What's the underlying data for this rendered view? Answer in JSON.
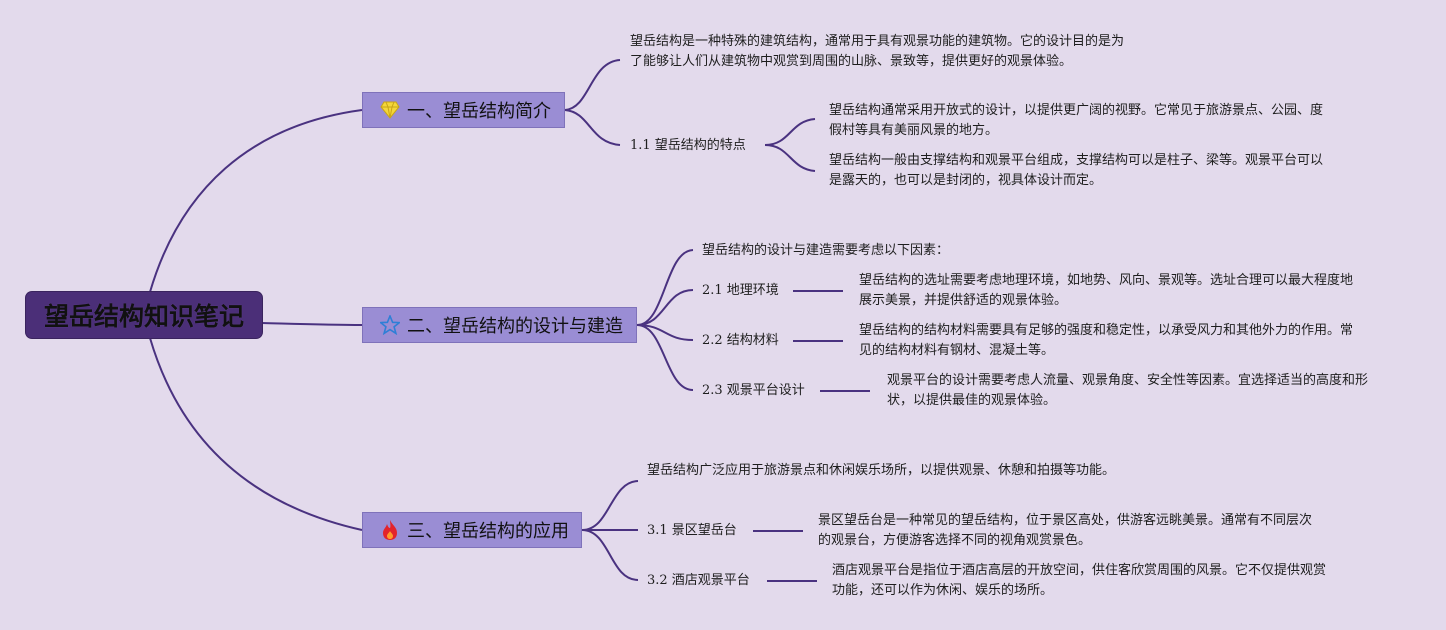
{
  "root": {
    "title": "望岳结构知识笔记"
  },
  "sections": [
    {
      "icon": "gem-icon",
      "title": "一、望岳结构简介",
      "intro": "望岳结构是一种特殊的建筑结构，通常用于具有观景功能的建筑物。它的设计目的是为了能够让人们从建筑物中观赏到周围的山脉、景致等，提供更好的观景体验。",
      "subs": [
        {
          "label": "1.1 望岳结构的特点",
          "notes": [
            "望岳结构通常采用开放式的设计，以提供更广阔的视野。它常见于旅游景点、公园、度假村等具有美丽风景的地方。",
            "望岳结构一般由支撑结构和观景平台组成，支撑结构可以是柱子、梁等。观景平台可以是露天的，也可以是封闭的，视具体设计而定。"
          ]
        }
      ]
    },
    {
      "icon": "star-icon",
      "title": "二、望岳结构的设计与建造",
      "intro": "望岳结构的设计与建造需要考虑以下因素：",
      "subs": [
        {
          "label": "2.1 地理环境",
          "notes": [
            "望岳结构的选址需要考虑地理环境，如地势、风向、景观等。选址合理可以最大程度地展示美景，并提供舒适的观景体验。"
          ]
        },
        {
          "label": "2.2 结构材料",
          "notes": [
            "望岳结构的结构材料需要具有足够的强度和稳定性，以承受风力和其他外力的作用。常见的结构材料有钢材、混凝土等。"
          ]
        },
        {
          "label": "2.3 观景平台设计",
          "notes": [
            "观景平台的设计需要考虑人流量、观景角度、安全性等因素。宜选择适当的高度和形状，以提供最佳的观景体验。"
          ]
        }
      ]
    },
    {
      "icon": "fire-icon",
      "title": "三、望岳结构的应用",
      "intro": "望岳结构广泛应用于旅游景点和休闲娱乐场所，以提供观景、休憩和拍摄等功能。",
      "subs": [
        {
          "label": "3.1 景区望岳台",
          "notes": [
            "景区望岳台是一种常见的望岳结构，位于景区高处，供游客远眺美景。通常有不同层次的观景台，方便游客选择不同的视角观赏景色。"
          ]
        },
        {
          "label": "3.2 酒店观景平台",
          "notes": [
            "酒店观景平台是指位于酒店高层的开放空间，供住客欣赏周围的风景。它不仅提供观赏功能，还可以作为休闲、娱乐的场所。"
          ]
        }
      ]
    }
  ],
  "colors": {
    "background": "#e3daec",
    "root": "#4b2f78",
    "topic": "#9a8dd4",
    "line": "#4a3280"
  }
}
